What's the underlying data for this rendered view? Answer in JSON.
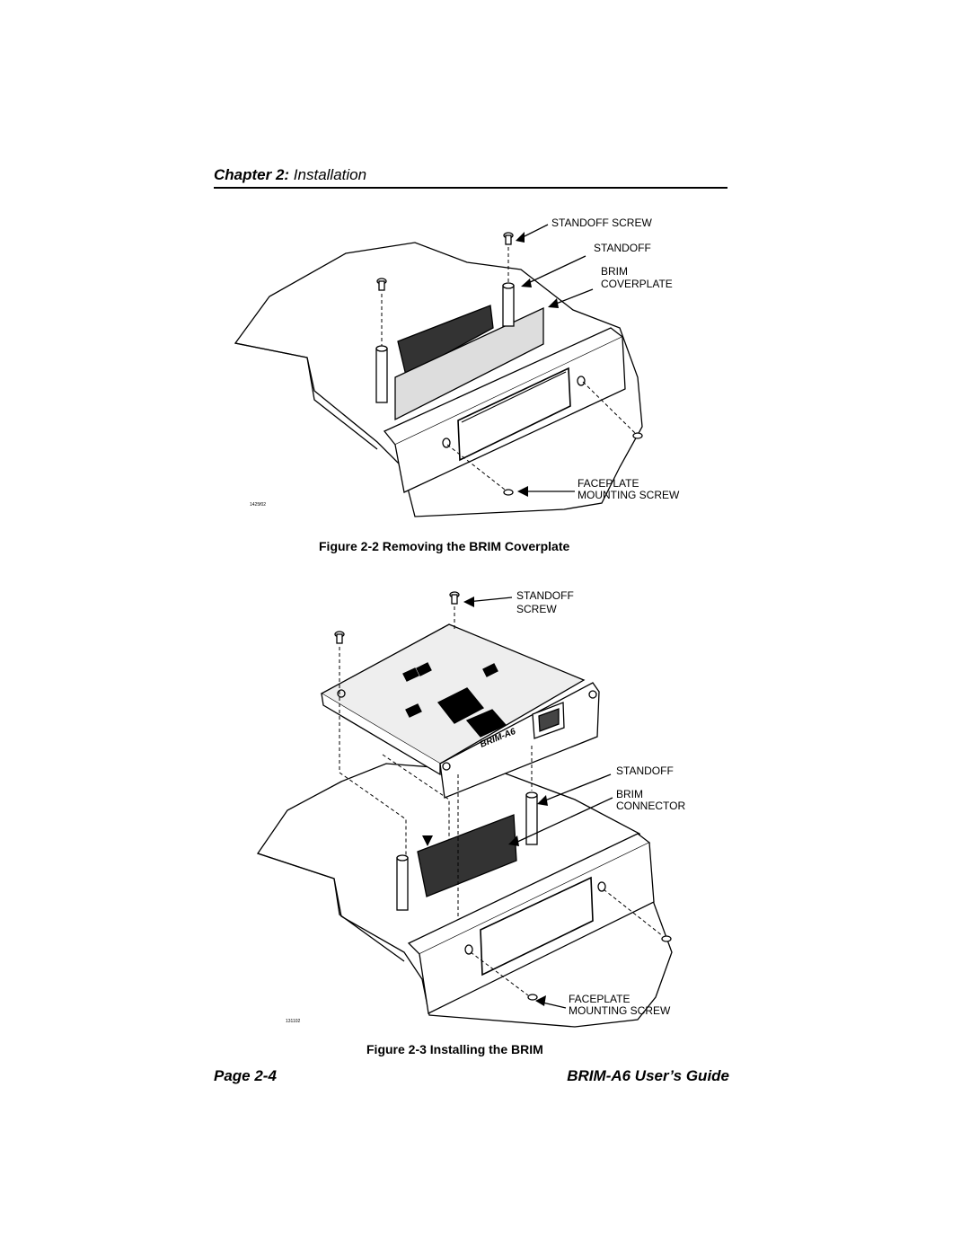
{
  "header": {
    "chapter_bold": "Chapter 2:",
    "chapter_italic": " Installation"
  },
  "figure1": {
    "labels": {
      "standoff_screw": "STANDOFF SCREW",
      "standoff": "STANDOFF",
      "brim_coverplate_1": "BRIM",
      "brim_coverplate_2": "COVERPLATE",
      "faceplate_1": "FACEPLATE",
      "faceplate_2": "MOUNTING SCREW",
      "id": "1425f02"
    },
    "caption": "Figure 2-2    Removing the BRIM Coverplate"
  },
  "figure2": {
    "labels": {
      "standoff_screw_1": "STANDOFF",
      "standoff_screw_2": "SCREW",
      "standoff": "STANDOFF",
      "brim_connector_1": "BRIM",
      "brim_connector_2": "CONNECTOR",
      "faceplate_1": "FACEPLATE",
      "faceplate_2": "MOUNTING SCREW",
      "board_name": "BRIM-A6",
      "id": "131102"
    },
    "caption": "Figure 2-3    Installing the BRIM"
  },
  "footer": {
    "page": "Page 2-4",
    "guide": "BRIM-A6 User’s Guide"
  }
}
